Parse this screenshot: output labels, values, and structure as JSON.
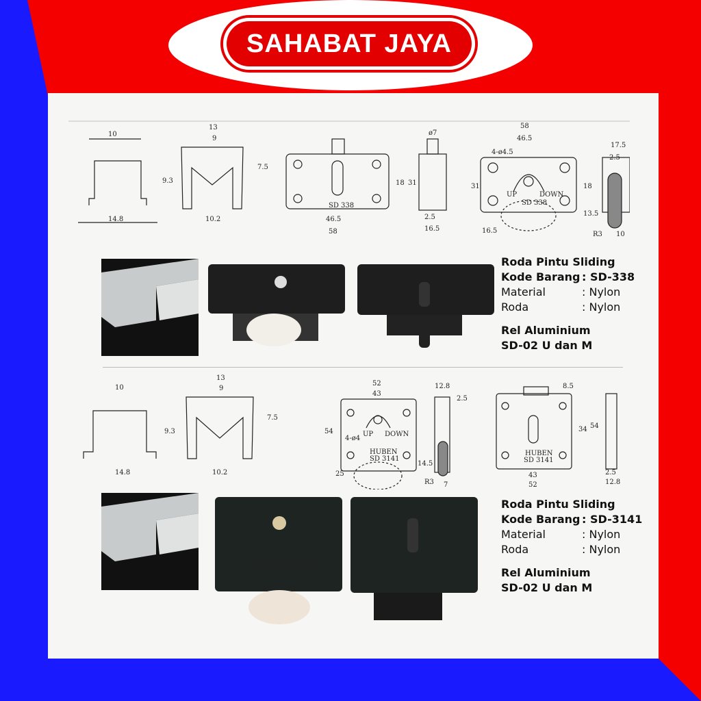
{
  "brand": {
    "name": "SAHABAT JAYA",
    "colors": {
      "red": "#e30000",
      "blue": "#1a1aff",
      "white": "#ffffff"
    }
  },
  "products": [
    {
      "title": "Roda Pintu Sliding",
      "code_label": "Kode Barang",
      "code": ": SD-338",
      "material_label": "Material",
      "material": ": Nylon",
      "wheel_label": "Roda",
      "wheel": ": Nylon",
      "rail_title": "Rel Aluminium",
      "rail_code": "SD-02 U dan M",
      "drawing": {
        "u_rail": [
          "10",
          "9.3",
          "14.8"
        ],
        "m_rail": [
          "13",
          "9",
          "7.5",
          "10.2"
        ],
        "front": [
          "46.5",
          "58",
          "18",
          "31",
          "SD 338"
        ],
        "side": [
          "ø7",
          "2.5",
          "16.5"
        ],
        "back": [
          "58",
          "46.5",
          "4-ø4.5",
          "31",
          "18",
          "13.5",
          "16.5",
          "UP",
          "DOWN",
          "SD 338"
        ],
        "profile": [
          "17.5",
          "2.5",
          "R3",
          "10"
        ]
      }
    },
    {
      "title": "Roda Pintu Sliding",
      "code_label": "Kode Barang",
      "code": ": SD-3141",
      "material_label": "Material",
      "material": ": Nylon",
      "wheel_label": "Roda",
      "wheel": ": Nylon",
      "rail_title": "Rel Aluminium",
      "rail_code": "SD-02 U dan M",
      "drawing": {
        "u_rail": [
          "10",
          "9.3",
          "14.8"
        ],
        "m_rail": [
          "13",
          "9",
          "7.5",
          "10.2"
        ],
        "back": [
          "52",
          "43",
          "54",
          "4-ø4",
          "25",
          "14.5",
          "UP",
          "DOWN",
          "HUBEN",
          "SD 3141"
        ],
        "side": [
          "12.8",
          "2.5",
          "R3",
          "7"
        ],
        "front": [
          "8.5",
          "34",
          "54",
          "43",
          "52",
          "HUBEN",
          "SD 3141"
        ],
        "profile": [
          "2.5",
          "12.8"
        ]
      },
      "photo_label": "HUBEN SD 31-41"
    }
  ]
}
